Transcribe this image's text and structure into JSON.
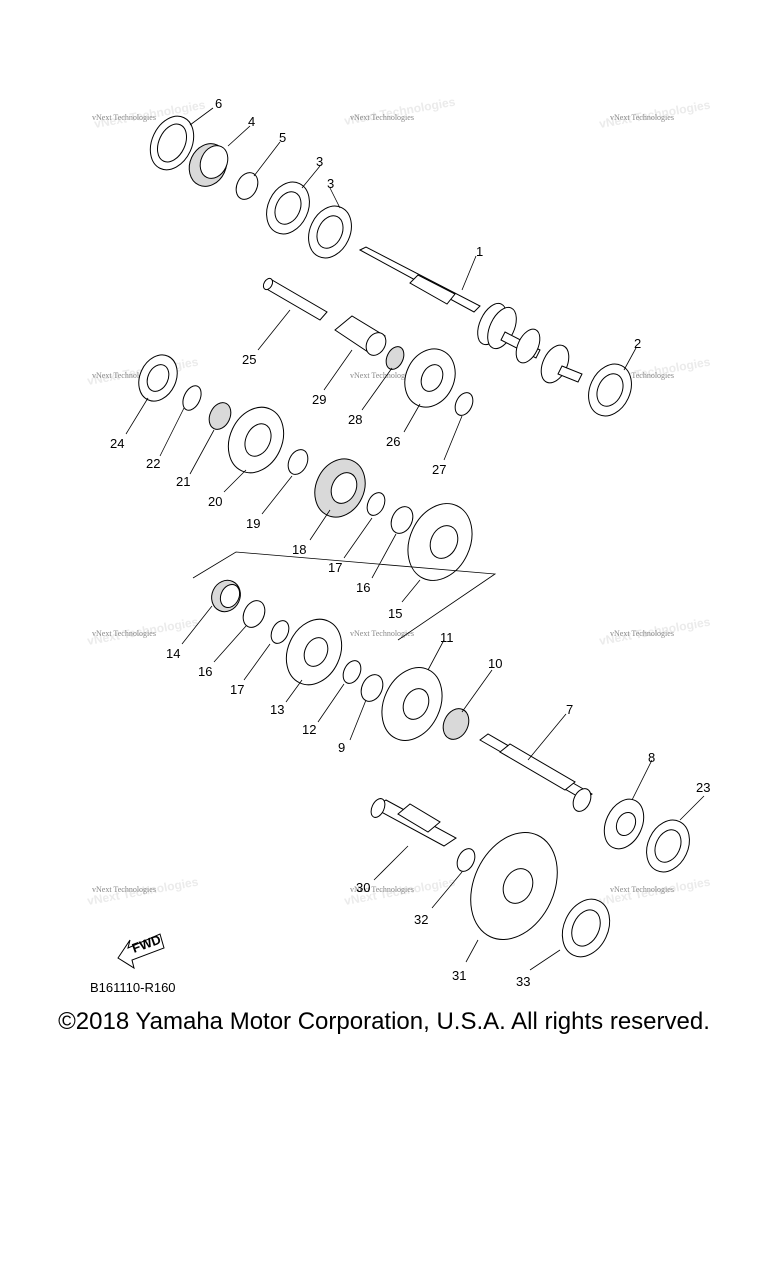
{
  "diagram": {
    "reference_code": "B161110-R160",
    "copyright": "©2018 Yamaha Motor Corporation, U.S.A. All rights reserved.",
    "fwd_label": "FWD",
    "watermark_text": "vNext Technologies",
    "callouts": {
      "c1": "1",
      "c2": "2",
      "c3a": "3",
      "c3b": "3",
      "c4": "4",
      "c5": "5",
      "c6": "6",
      "c7": "7",
      "c8": "8",
      "c9": "9",
      "c10": "10",
      "c11": "11",
      "c12": "12",
      "c13": "13",
      "c14": "14",
      "c15": "15",
      "c16a": "16",
      "c16b": "16",
      "c17a": "17",
      "c17b": "17",
      "c18": "18",
      "c19": "19",
      "c20": "20",
      "c21": "21",
      "c22": "22",
      "c23": "23",
      "c24": "24",
      "c25": "25",
      "c26": "26",
      "c27": "27",
      "c28": "28",
      "c29": "29",
      "c30": "30",
      "c31": "31",
      "c32": "32",
      "c33": "33"
    }
  }
}
